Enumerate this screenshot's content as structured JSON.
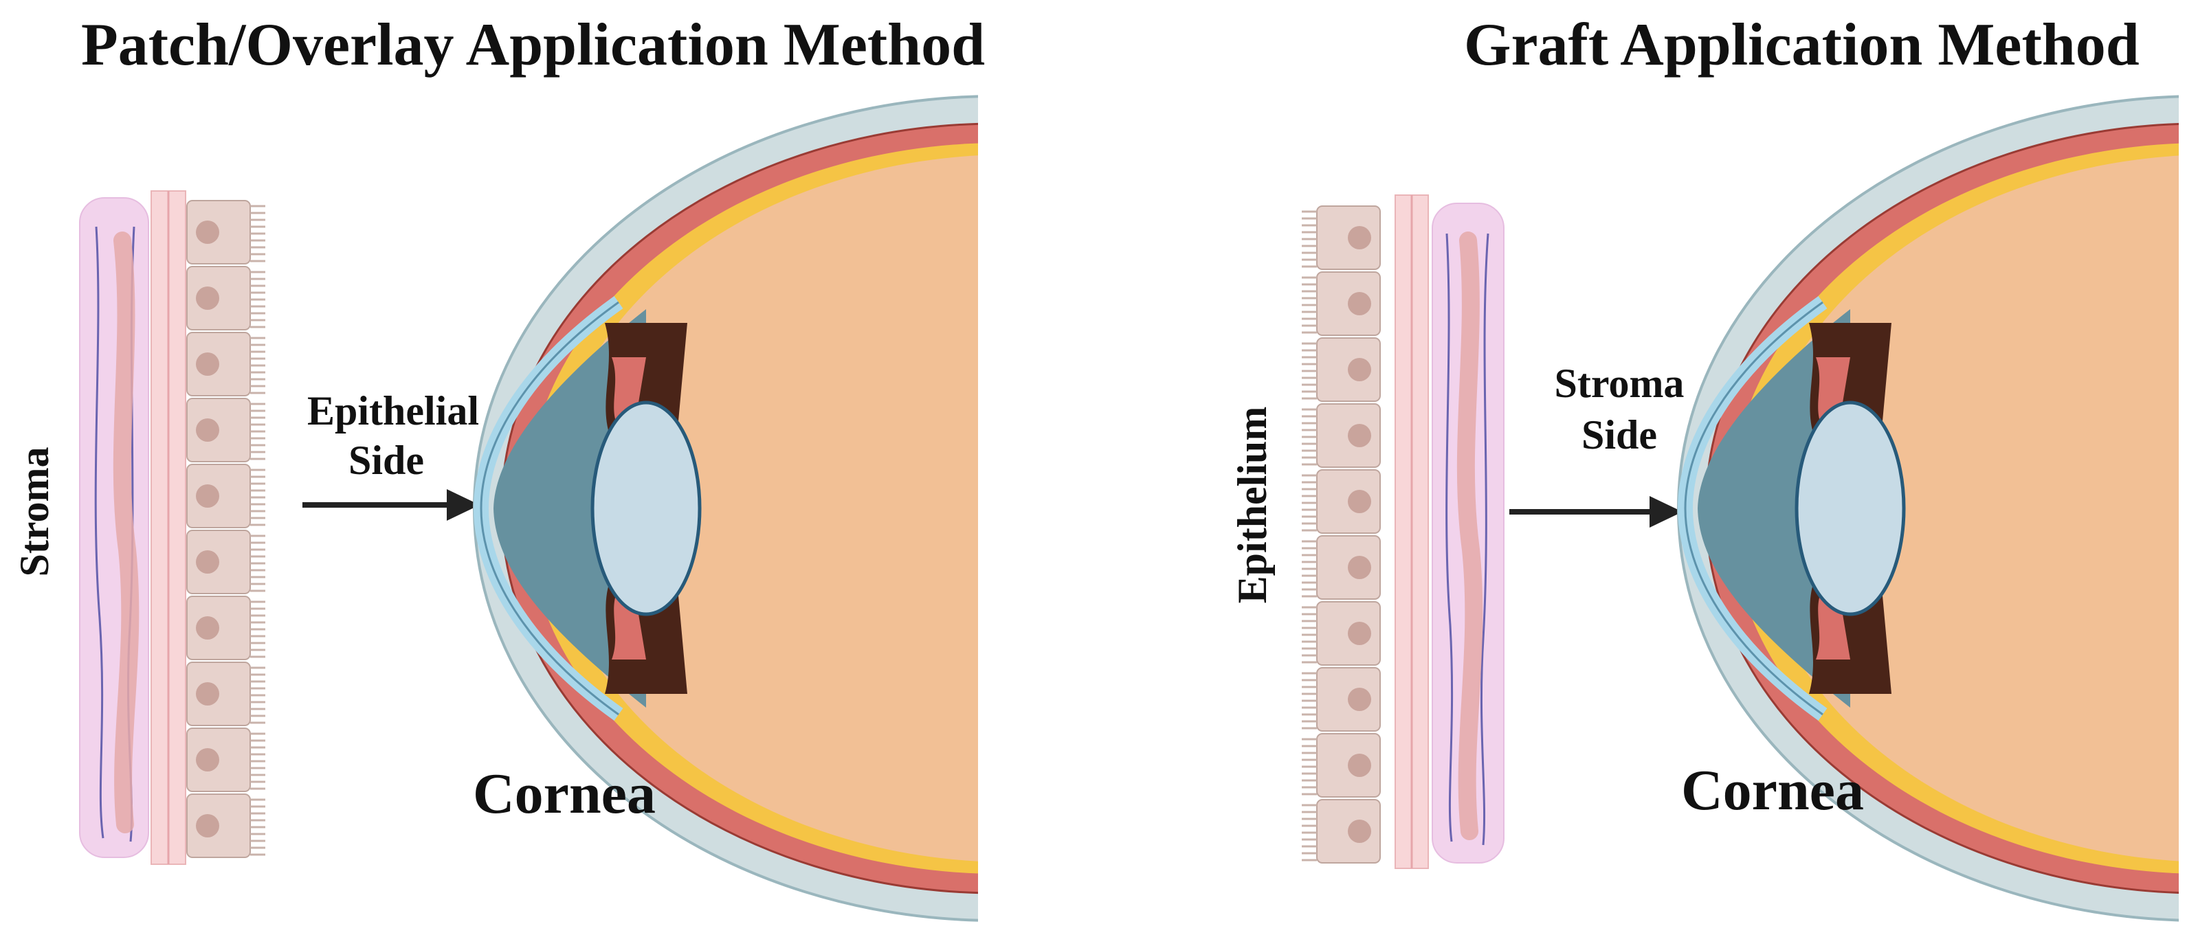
{
  "panels": [
    {
      "title": "Patch/Overlay Application Method",
      "tissue_side_label": "Stroma",
      "arrow_label_lines": [
        "Epithelial",
        "Side"
      ],
      "eye_label": "Cornea"
    },
    {
      "title": "Graft Application Method",
      "tissue_side_label": "Epithelium",
      "arrow_label_lines": [
        "Stroma",
        "Side"
      ],
      "eye_label": "Cornea"
    }
  ],
  "colors": {
    "stroma_pink": "#f2d3ec",
    "epithelial_cell": "#e7d2cc",
    "nucleus": "#c9a49c",
    "membrane": "#f8d6d8",
    "sclera": "#cfdde0",
    "choroid_red": "#d9706a",
    "retina_yellow": "#f5c445",
    "vitreous": "#f2c095",
    "aqueous": "#66919f",
    "lens": "#c7dbe6",
    "cornea_edge": "#a9d7ea",
    "ciliary_dark": "#4a2418"
  }
}
